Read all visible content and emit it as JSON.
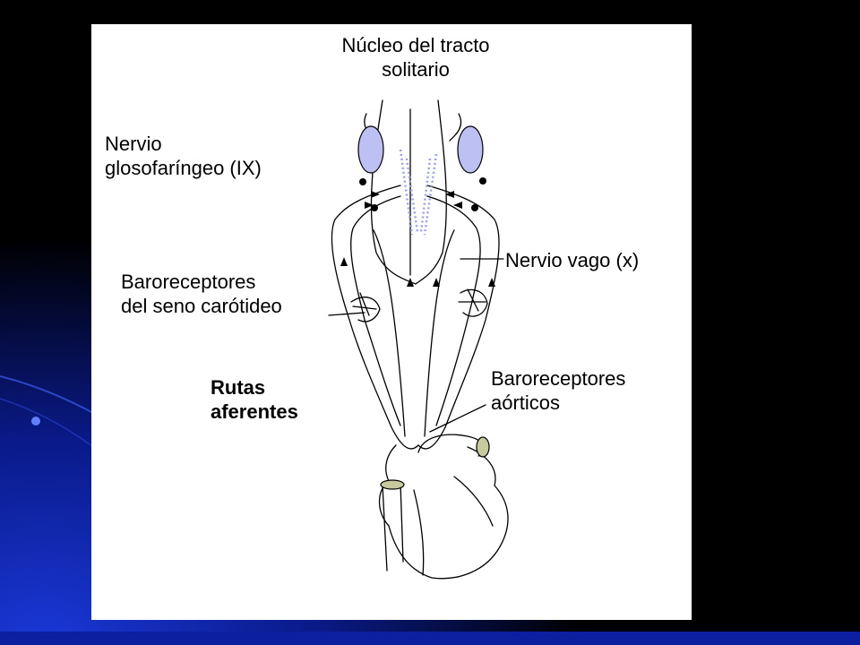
{
  "colors": {
    "slide_background": "#000000",
    "accent_blue": "#1530c8",
    "figure_background": "#ffffff",
    "nucleus_fill": "#bcc0f2",
    "fiber_dots": "#9aa0e8"
  },
  "labels": {
    "nucleus_line1": "Núcleo del tracto",
    "nucleus_line2": "solitario",
    "glosso_line1": "Nervio",
    "glosso_line2": "glosofaríngeo (IX)",
    "vagus": "Nervio vago (x)",
    "carotid_line1": "Baroreceptores",
    "carotid_line2": "del seno carótideo",
    "aortic_line1": "Baroreceptores",
    "aortic_line2": "aórticos",
    "routes_line1": "Rutas",
    "routes_line2": "aferentes"
  }
}
